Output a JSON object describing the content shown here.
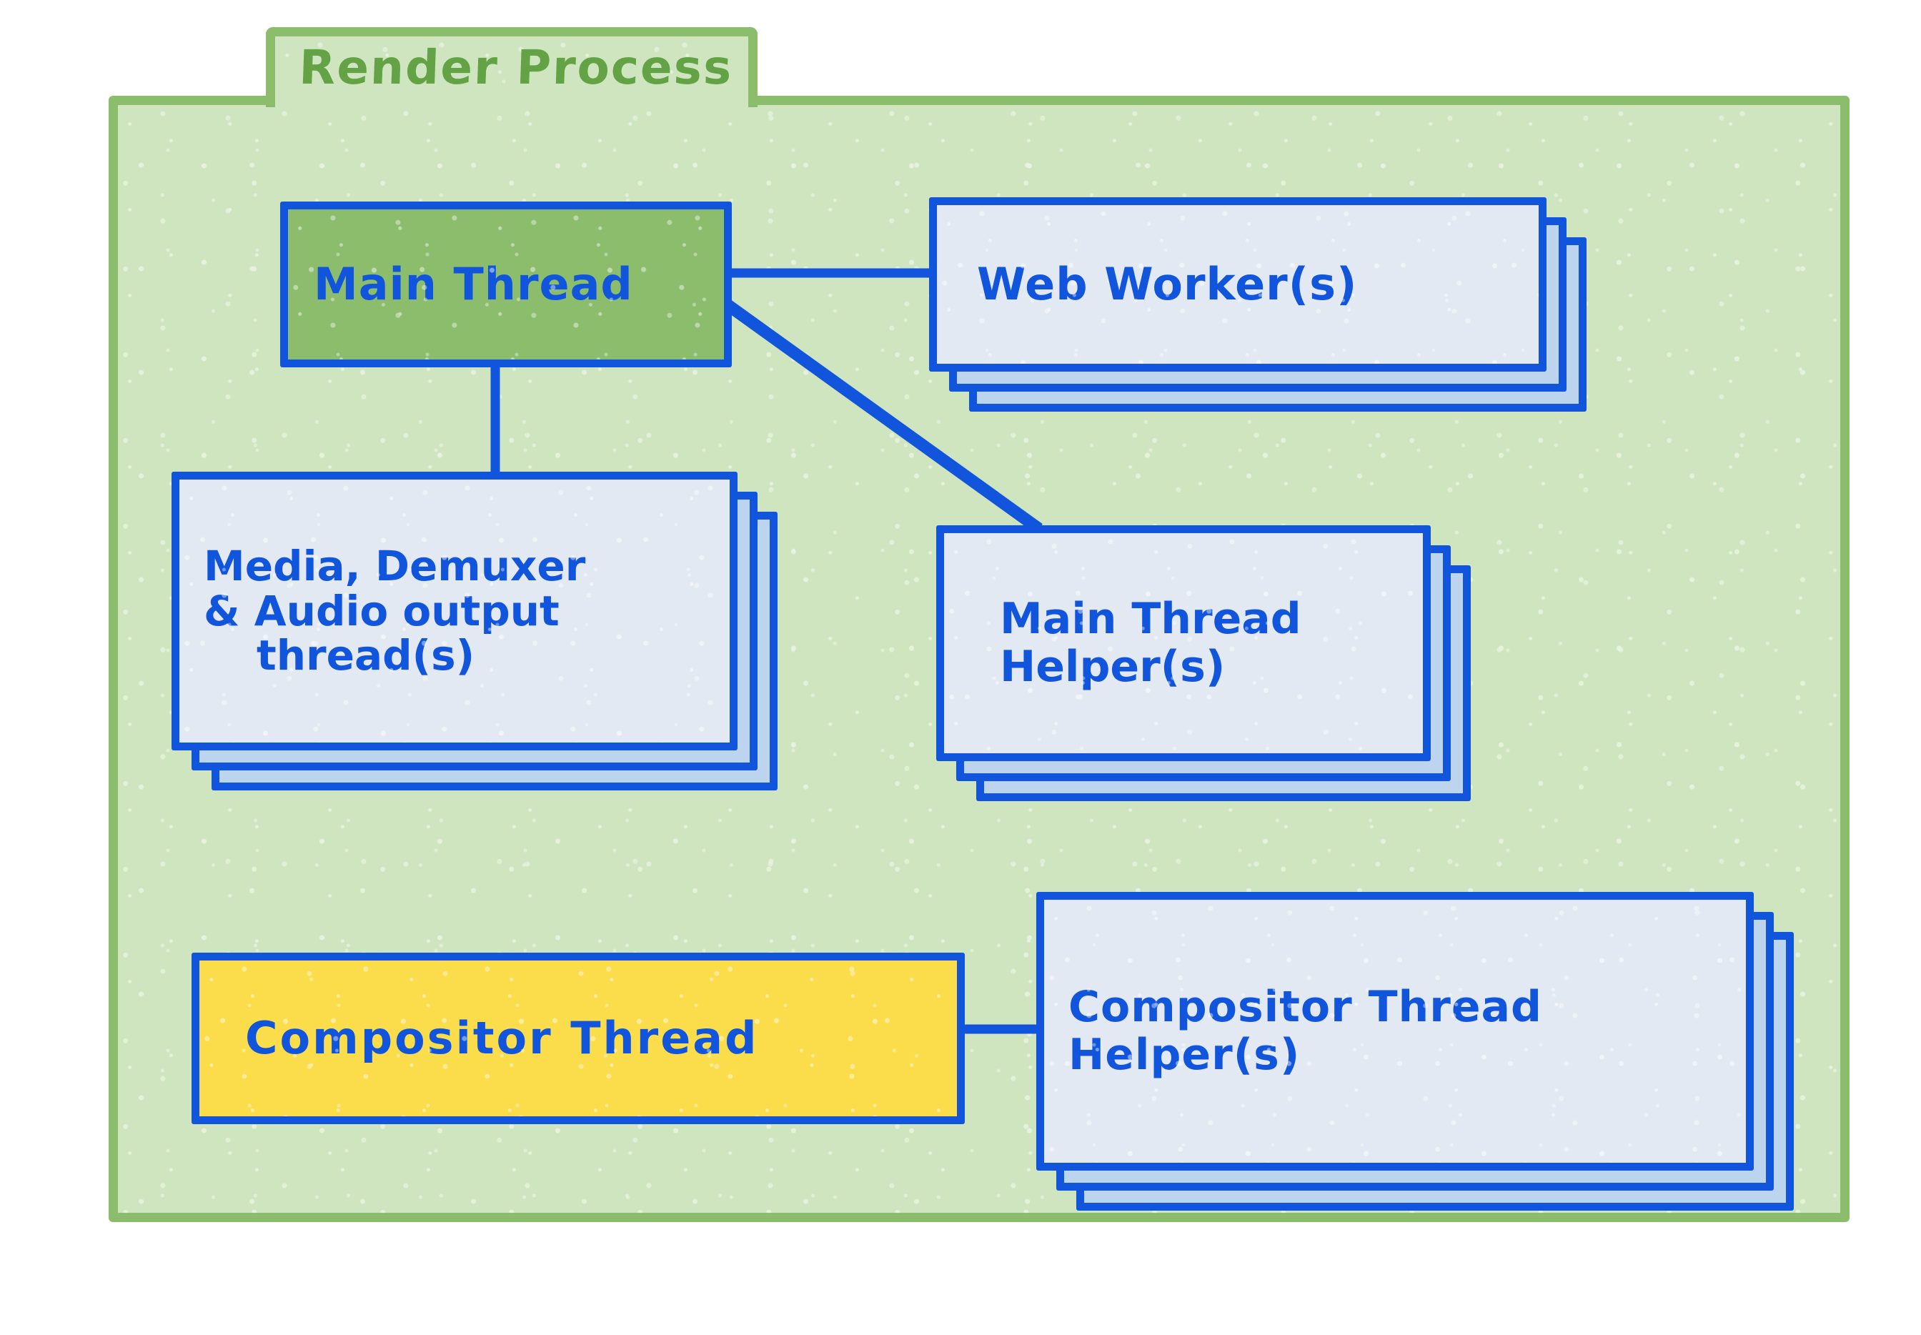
{
  "diagram": {
    "title": "Render Process",
    "colors": {
      "container_fill": "#cfe5bf",
      "container_border": "#8cbd6d",
      "title_text": "#63a346",
      "box_border": "#1155dd",
      "box_text": "#1155dd",
      "card_front_fill": "#e3e9f2",
      "card_back_fill": "#bdd4ef",
      "main_thread_fill": "#8cbd6d",
      "compositor_thread_fill": "#fbdd4b",
      "page_background": "#ffffff"
    },
    "nodes": [
      {
        "id": "main-thread",
        "label": "Main Thread",
        "style": "solid-green",
        "stacked": false,
        "align": "left"
      },
      {
        "id": "web-worker",
        "label": "Web Worker(s)",
        "style": "card-stack",
        "stacked": true,
        "stack_count": 3,
        "align": "left"
      },
      {
        "id": "media-demuxer-audio",
        "label": "Media, Demuxer\n& Audio output\nthread(s)",
        "line1": "Media, Demuxer",
        "line2": "& Audio output",
        "line3": "thread(s)",
        "style": "card-stack",
        "stacked": true,
        "stack_count": 3,
        "align": "left"
      },
      {
        "id": "main-thread-helper",
        "label": "Main Thread\nHelper(s)",
        "line1": "Main Thread",
        "line2": "Helper(s)",
        "style": "card-stack",
        "stacked": true,
        "stack_count": 3,
        "align": "left"
      },
      {
        "id": "compositor-thread",
        "label": "Compositor Thread",
        "style": "solid-yellow",
        "stacked": false,
        "align": "left"
      },
      {
        "id": "compositor-thread-helper",
        "label": "Compositor Thread\nHelper(s)",
        "line1": "Compositor Thread",
        "line2": "Helper(s)",
        "style": "card-stack",
        "stacked": true,
        "stack_count": 3,
        "align": "left"
      }
    ],
    "connections": [
      {
        "id": "main-thread--web-worker",
        "from": "main-thread",
        "to": "web-worker",
        "kind": "horizontal"
      },
      {
        "id": "main-thread--media-demuxer-audio",
        "from": "main-thread",
        "to": "media-demuxer-audio",
        "kind": "vertical"
      },
      {
        "id": "main-thread--main-thread-helper",
        "from": "main-thread",
        "to": "main-thread-helper",
        "kind": "diagonal"
      },
      {
        "id": "compositor-thread--compositor-helper",
        "from": "compositor-thread",
        "to": "compositor-thread-helper",
        "kind": "horizontal"
      }
    ]
  }
}
